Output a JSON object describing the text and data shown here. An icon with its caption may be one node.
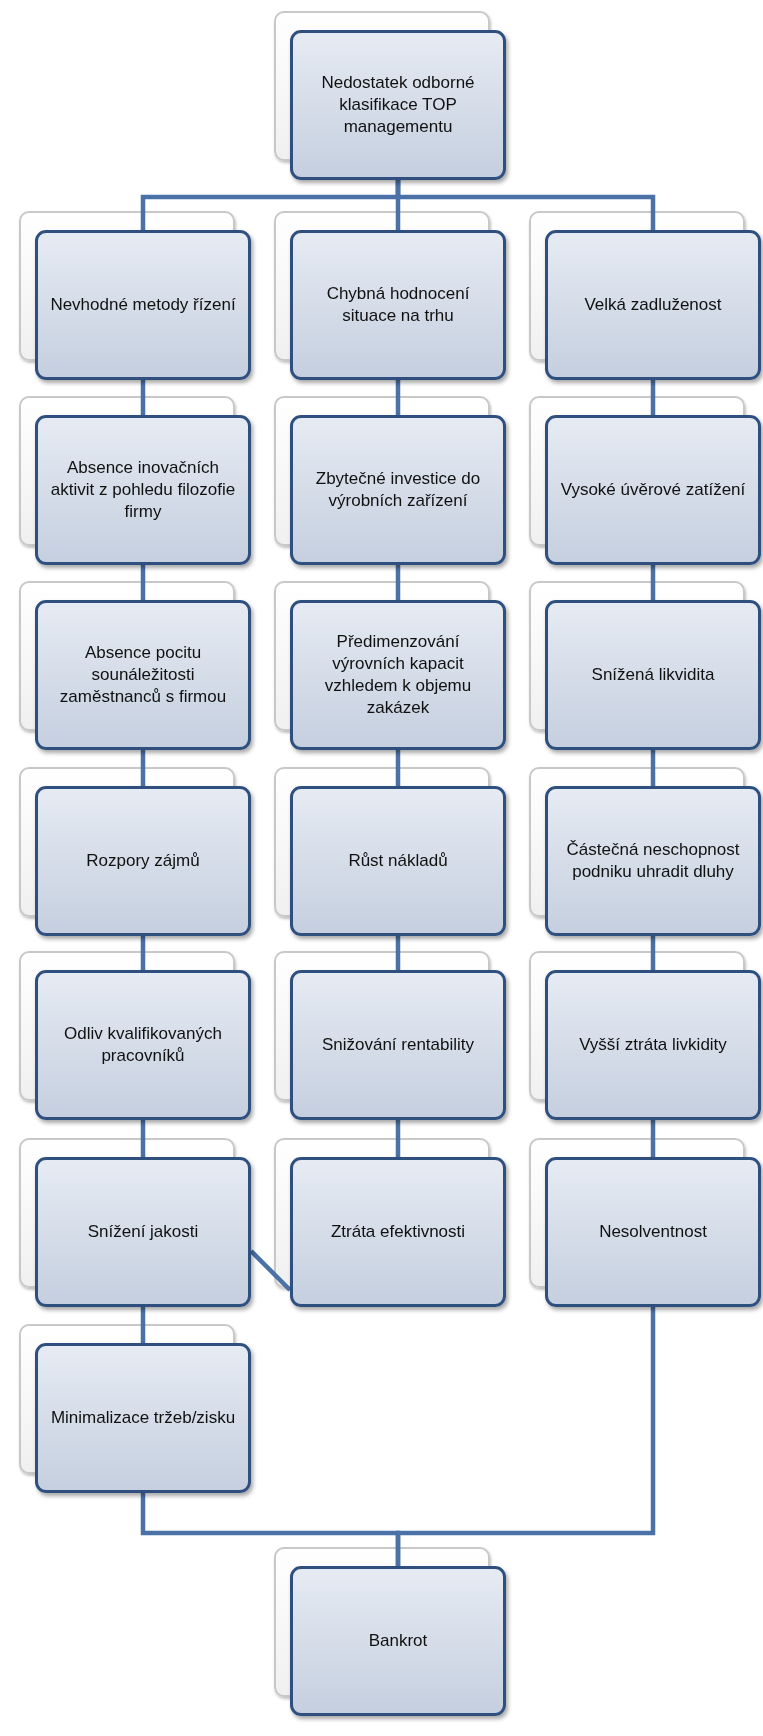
{
  "diagram": {
    "nodes": [
      {
        "text": [
          "Nedostatek odborné klasifikace TOP managementu"
        ]
      },
      {
        "text": [
          "Nevhodné metody řízení"
        ]
      },
      {
        "text": [
          "Chybná hodnocení situace na trhu"
        ]
      },
      {
        "text": [
          "Velká zadluženost"
        ]
      },
      {
        "text": [
          "Absence inovačních aktivit z pohledu filozofie firmy"
        ]
      },
      {
        "text": [
          "Zbytečné investice do výrobních zařízení"
        ]
      },
      {
        "text": [
          "Vysoké úvěrové zatížení"
        ]
      },
      {
        "text": [
          "Absence pocitu sounáležitosti zaměstnanců s firmou"
        ]
      },
      {
        "text": [
          "Předimenzování výrovních kapacit vzhledem k objemu zakázek"
        ]
      },
      {
        "text": [
          "Snížená likvidita"
        ]
      },
      {
        "text": [
          "Rozpory zájmů"
        ]
      },
      {
        "text": [
          "Růst nákladů"
        ]
      },
      {
        "text": [
          "Částečná neschopnost podniku uhradit dluhy"
        ]
      },
      {
        "text": [
          "Odliv kvalifikovaných pracovníků"
        ]
      },
      {
        "text": [
          "Snižování rentability"
        ]
      },
      {
        "text": [
          "Vyšší ztráta livkidity"
        ]
      },
      {
        "text": [
          "Snížení jakosti"
        ]
      },
      {
        "text": [
          "Ztráta efektivnosti"
        ]
      },
      {
        "text": [
          "Nesolventnost"
        ]
      },
      {
        "text": [
          "Minimalizace tržeb/zisku"
        ]
      },
      {
        "text": [
          "Bankrot"
        ]
      }
    ],
    "edges": [
      {
        "from": 0,
        "to": 1,
        "arrow": "none"
      },
      {
        "from": 0,
        "to": 2,
        "arrow": "none"
      },
      {
        "from": 0,
        "to": 3,
        "arrow": "none"
      },
      {
        "from": 1,
        "to": 4,
        "arrow": "none"
      },
      {
        "from": 4,
        "to": 7,
        "arrow": "none"
      },
      {
        "from": 7,
        "to": 10,
        "arrow": "none"
      },
      {
        "from": 10,
        "to": 13,
        "arrow": "none"
      },
      {
        "from": 13,
        "to": 16,
        "arrow": "none"
      },
      {
        "from": 16,
        "to": 19,
        "arrow": "none"
      },
      {
        "from": 2,
        "to": 5,
        "arrow": "none"
      },
      {
        "from": 5,
        "to": 8,
        "arrow": "none"
      },
      {
        "from": 8,
        "to": 11,
        "arrow": "none"
      },
      {
        "from": 11,
        "to": 14,
        "arrow": "none"
      },
      {
        "from": 14,
        "to": 17,
        "arrow": "none"
      },
      {
        "from": 3,
        "to": 6,
        "arrow": "none"
      },
      {
        "from": 6,
        "to": 9,
        "arrow": "none"
      },
      {
        "from": 9,
        "to": 12,
        "arrow": "none"
      },
      {
        "from": 12,
        "to": 15,
        "arrow": "none"
      },
      {
        "from": 15,
        "to": 18,
        "arrow": "none"
      },
      {
        "from": 16,
        "to": 17,
        "arrow": "none"
      },
      {
        "from": 19,
        "to": 20,
        "arrow": "none"
      },
      {
        "from": 18,
        "to": 20,
        "arrow": "none"
      }
    ]
  }
}
